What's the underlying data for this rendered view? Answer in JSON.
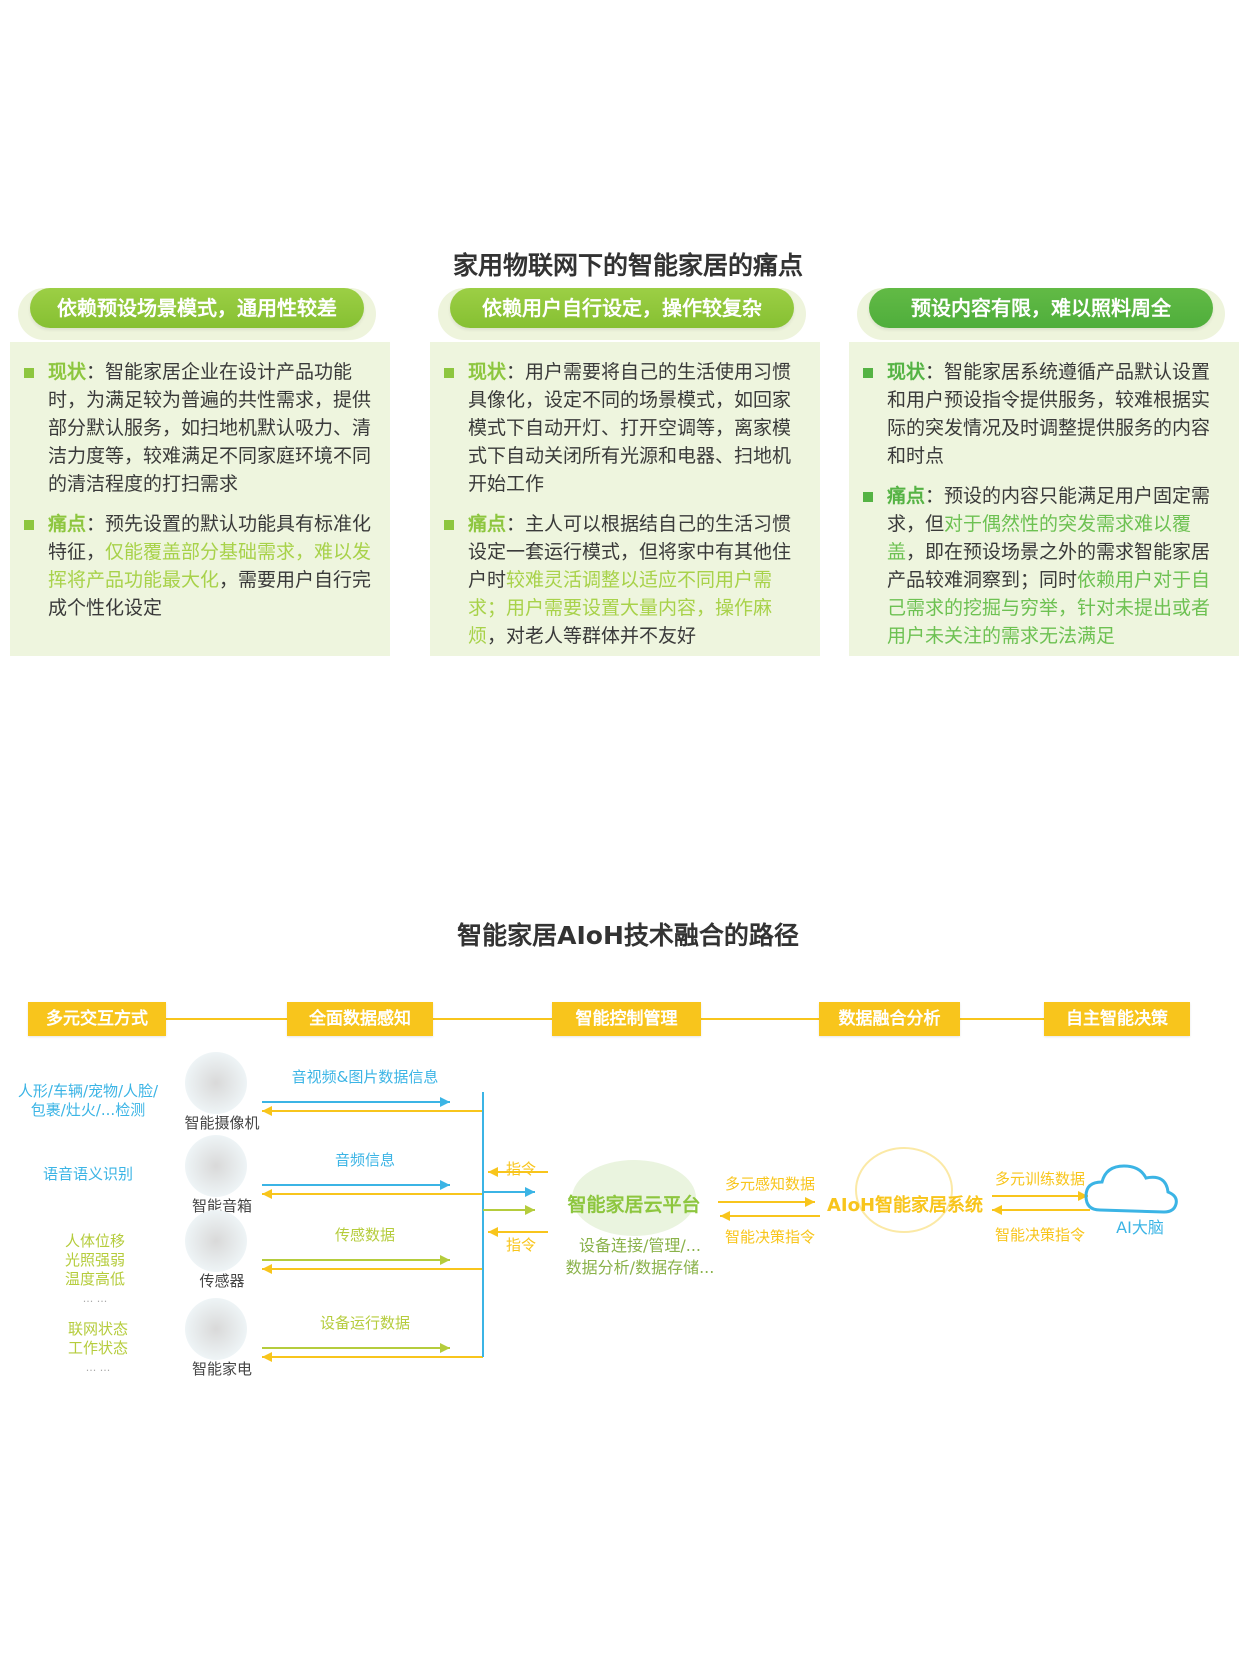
{
  "section1": {
    "title": "家用物联网下的智能家居的痛点",
    "cards": [
      {
        "pill": "依赖预设场景模式，通用性较差",
        "items": [
          {
            "label": "现状",
            "segments": [
              {
                "t": "：智能家居企业在设计产品功能时，为满足较为普遍的共性需求，提供部分默认服务，如扫地机默认吸力、清洁力度等，较难满足不同家庭环境不同的清洁程度的打扫需求",
                "hl": false
              }
            ]
          },
          {
            "label": "痛点",
            "segments": [
              {
                "t": "：预先设置的默认功能具有标准化特征，",
                "hl": false
              },
              {
                "t": "仅能覆盖部分基础需求，难以发挥将产品功能最大化",
                "hl": true
              },
              {
                "t": "，需要用户自行完成个性化设定",
                "hl": false
              }
            ]
          }
        ]
      },
      {
        "pill": "依赖用户自行设定，操作较复杂",
        "items": [
          {
            "label": "现状",
            "segments": [
              {
                "t": "：用户需要将自己的生活使用习惯具像化，设定不同的场景模式，如回家模式下自动开灯、打开空调等，离家模式下自动关闭所有光源和电器、扫地机开始工作",
                "hl": false
              }
            ]
          },
          {
            "label": "痛点",
            "segments": [
              {
                "t": "：主人可以根据结自己的生活习惯设定一套运行模式，但将家中有其他住户时",
                "hl": false
              },
              {
                "t": "较难灵活调整以适应不同用户需求；用户需要设置大量内容，操作麻烦",
                "hl": true
              },
              {
                "t": "，对老人等群体并不友好",
                "hl": false
              }
            ]
          }
        ]
      },
      {
        "pill": "预设内容有限，难以照料周全",
        "items": [
          {
            "label": "现状",
            "segments": [
              {
                "t": "：智能家居系统遵循产品默认设置和用户预设指令提供服务，较难根据实际的突发情况及时调整提供服务的内容和时点",
                "hl": false
              }
            ]
          },
          {
            "label": "痛点",
            "segments": [
              {
                "t": "：预设的内容只能满足用户固定需求，但",
                "hl": false
              },
              {
                "t": "对于偶然性的突发需求难以覆盖",
                "hl": true
              },
              {
                "t": "，即在预设场景之外的需求智能家居产品较难洞察到；同时",
                "hl": false
              },
              {
                "t": "依赖用户对于自己需求的挖掘与穷举，针对未提出或者用户未关注的需求无法满足",
                "hl": true
              }
            ]
          }
        ]
      }
    ]
  },
  "section2": {
    "title": "智能家居AIoH技术融合的路径",
    "stages": [
      "多元交互方式",
      "全面数据感知",
      "智能控制管理",
      "数据融合分析",
      "自主智能决策"
    ],
    "inputs": [
      {
        "lines": [
          "人形/车辆/宠物/人脸/",
          "包裹/灶火/...检测"
        ],
        "device": "智能摄像机",
        "data": "音视频&图片数据信息",
        "color": "#3bb4e5"
      },
      {
        "lines": [
          "语音语义识别"
        ],
        "device": "智能音箱",
        "data": "音频信息",
        "color": "#3bb4e5"
      },
      {
        "lines": [
          "人体位移",
          "光照强弱",
          "温度高低",
          "... ..."
        ],
        "device": "传感器",
        "data": "传感数据",
        "color": "#b5cc3c"
      },
      {
        "lines": [
          "联网状态",
          "工作状态",
          "... ..."
        ],
        "device": "智能家电",
        "data": "设备运行数据",
        "color": "#b5cc3c"
      }
    ],
    "command_label": "指令",
    "cloud_platform": {
      "name": "智能家居云平台",
      "desc": [
        "设备连接/管理/...",
        "数据分析/数据存储..."
      ]
    },
    "aioh_system": "AIoH智能家居系统",
    "ai_brain": "AI大脑",
    "link1": {
      "forward": "多元感知数据",
      "back": "智能决策指令"
    },
    "link2": {
      "forward": "多元训练数据",
      "back": "智能决策指令"
    }
  },
  "colors": {
    "green": "#8dc63f",
    "dark_green": "#55b344",
    "highlight": "#a8d24a",
    "yellow": "#f8c51c",
    "blue": "#3bb4e5",
    "yellow_green": "#b5cc3c",
    "card_bg": "#eef5de"
  }
}
